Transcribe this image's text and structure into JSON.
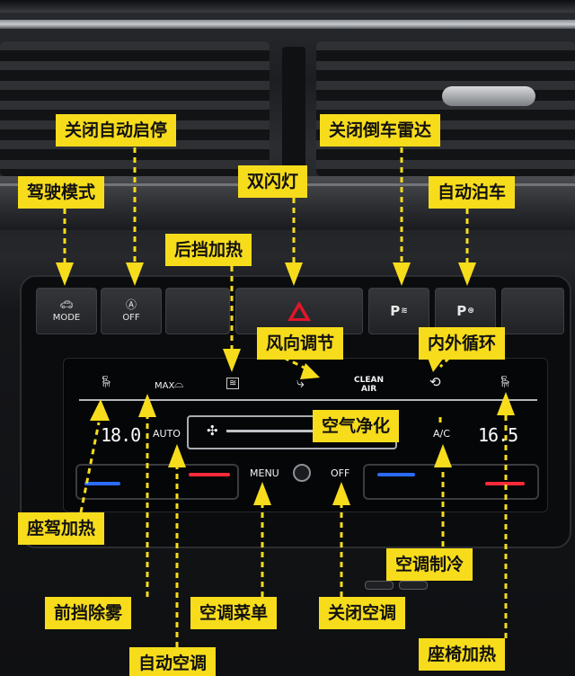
{
  "buttons": {
    "mode": "MODE",
    "auto_stop_off": "OFF",
    "auto_stop_glyph": "Ⓐ",
    "park_radar": "P",
    "auto_park": "P"
  },
  "screen": {
    "max_label": "MAX",
    "driver_temp": "18.0",
    "passenger_temp": "16.5",
    "auto": "AUTO",
    "clean_air_line1": "CLEAN",
    "clean_air_line2": "AIR",
    "ac": "A/C",
    "menu": "MENU",
    "off": "OFF"
  },
  "labels": {
    "close_auto_start_stop": "关闭自动启停",
    "close_reverse_radar": "关闭倒车雷达",
    "drive_mode": "驾驶模式",
    "hazard_lights": "双闪灯",
    "auto_parking": "自动泊车",
    "rear_defrost": "后挡加热",
    "airflow_direction": "风向调节",
    "recirculation": "内外循环",
    "air_purify": "空气净化",
    "driver_seat_heat": "座驾加热",
    "ac_cooling": "空调制冷",
    "front_defog": "前挡除雾",
    "ac_menu": "空调菜单",
    "close_ac": "关闭空调",
    "seat_heat": "座椅加热",
    "auto_ac": "自动空调"
  },
  "colors": {
    "label_bg": "#f7dc1c",
    "hazard": "#e0162b",
    "cool": "#2b6cff",
    "heat": "#ff2a3a"
  }
}
